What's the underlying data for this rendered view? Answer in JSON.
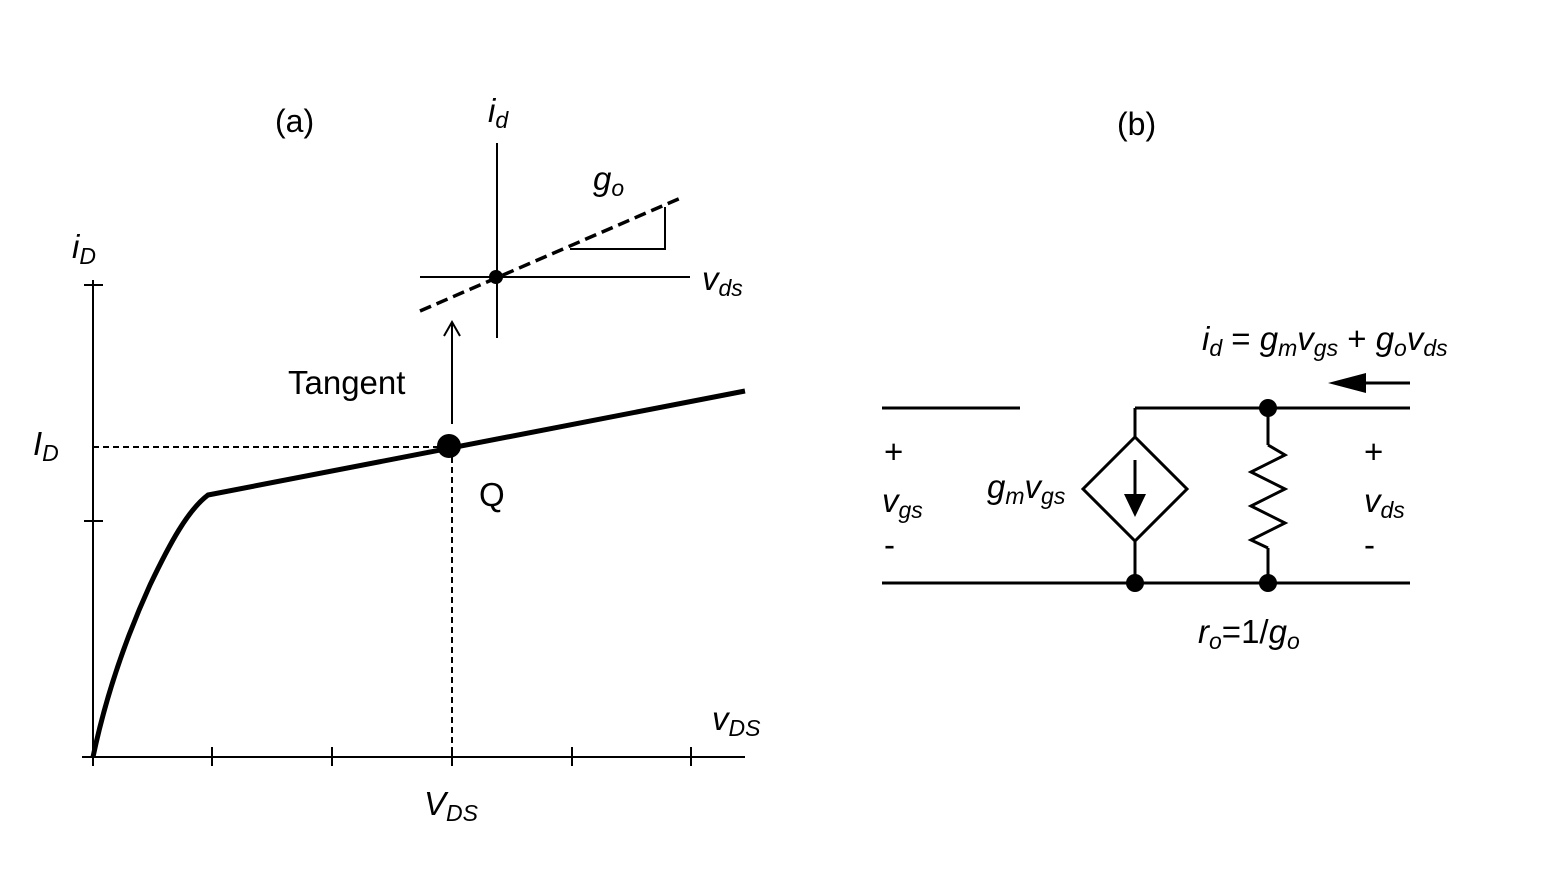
{
  "panel_a": {
    "panel_label": "(a)",
    "y_axis": {
      "var": "i",
      "subscript": "D"
    },
    "x_axis": {
      "var": "v",
      "subscript": "DS"
    },
    "id_label": {
      "var": "I",
      "subscript": "D"
    },
    "vds_label": {
      "var": "V",
      "subscript": "DS"
    },
    "q_label": "Q",
    "tangent_label": "Tangent",
    "inset": {
      "y_axis": {
        "var": "i",
        "subscript": "d"
      },
      "x_axis": {
        "var": "v",
        "subscript": "ds"
      },
      "slope": {
        "var": "g",
        "subscript": "o"
      }
    }
  },
  "panel_b": {
    "panel_label": "(b)",
    "equation": {
      "lhs": {
        "var": "i",
        "subscript": "d"
      },
      "eq": " = ",
      "t1a": {
        "var": "g",
        "subscript": "m"
      },
      "t1b": {
        "var": "v",
        "subscript": "gs"
      },
      "plus": " + ",
      "t2a": {
        "var": "g",
        "subscript": "o"
      },
      "t2b": {
        "var": "v",
        "subscript": "ds"
      }
    },
    "input_port": {
      "plus": "+",
      "var": "v",
      "subscript": "gs",
      "minus": "-"
    },
    "output_port": {
      "plus": "+",
      "var": "v",
      "subscript": "ds",
      "minus": "-"
    },
    "source_label": {
      "a": {
        "var": "g",
        "subscript": "m"
      },
      "b": {
        "var": "v",
        "subscript": "gs"
      }
    },
    "resistor_label": {
      "var": "r",
      "subscript": "o",
      "rest1": "=1/",
      "var2": "g",
      "subscript2": "o"
    }
  }
}
